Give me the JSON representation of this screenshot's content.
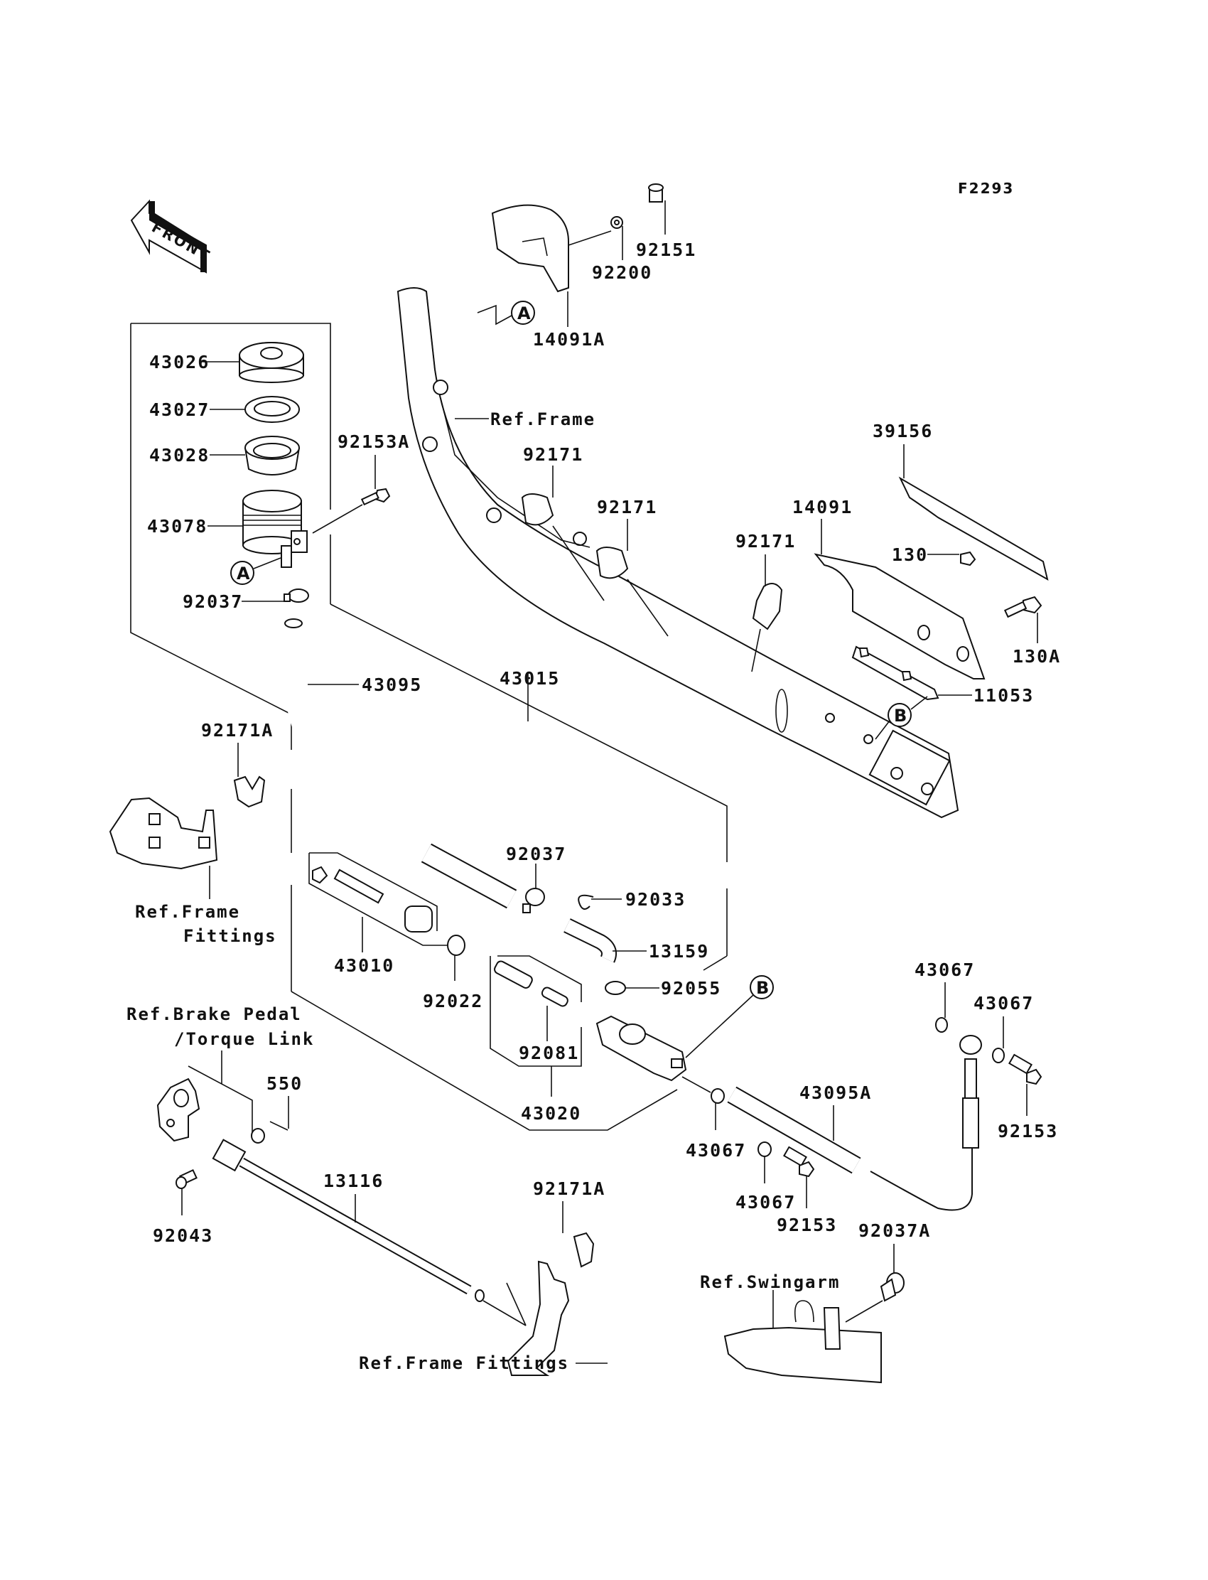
{
  "diagram": {
    "code": "F2293",
    "front_arrow_label": "FRONT",
    "callouts": {
      "a": "A",
      "b": "B"
    },
    "parts": {
      "p92151": "92151",
      "p92200": "92200",
      "p14091A": "14091A",
      "p43026": "43026",
      "p43027": "43027",
      "p43028": "43028",
      "p43078": "43078",
      "p92153A": "92153A",
      "p92037_top": "92037",
      "p92171_a": "92171",
      "p92171_b": "92171",
      "p92171_c": "92171",
      "p39156": "39156",
      "p14091": "14091",
      "p130": "130",
      "p130A": "130A",
      "p11053": "11053",
      "p43095": "43095",
      "p43015": "43015",
      "p92171A_left": "92171A",
      "p92037_mid": "92037",
      "p92033": "92033",
      "p13159": "13159",
      "p43010": "43010",
      "p92022": "92022",
      "p92055": "92055",
      "p92081": "92081",
      "p43020": "43020",
      "p43067_tr1": "43067",
      "p43067_tr2": "43067",
      "p92153_right": "92153",
      "p43095A": "43095A",
      "p43067_l": "43067",
      "p43067_b": "43067",
      "p92153_mid": "92153",
      "p550": "550",
      "p13116": "13116",
      "p92043": "92043",
      "p92171A_bottom": "92171A",
      "p92037A": "92037A"
    },
    "references": {
      "frame_top": "Ref.Frame",
      "frame_fittings_1": "Ref.Frame",
      "frame_fittings_2": "Fittings",
      "brake_pedal_1": "Ref.Brake Pedal",
      "brake_pedal_2": "/Torque Link",
      "frame_fittings_bottom": "Ref.Frame Fittings",
      "swingarm": "Ref.Swingarm"
    }
  }
}
